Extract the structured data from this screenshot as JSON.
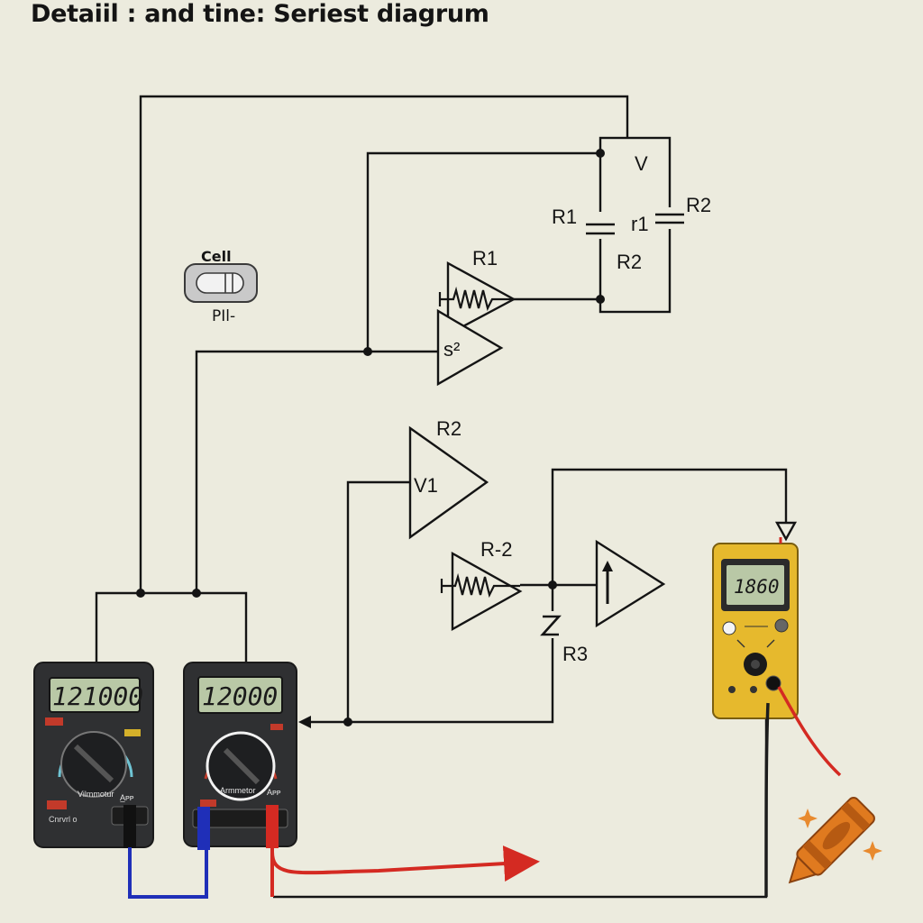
{
  "title": "Detaiil : and tine: Seriest diagrum",
  "labels": {
    "v_top": "V",
    "r1_left": "R1",
    "r1_right": "r1",
    "r2_right": "R2",
    "r2_inner": "R2",
    "r1_amp": "R1",
    "s2_amp": "s²",
    "r2_mid": "R2",
    "v1_amp": "V1",
    "r_minus_2": "R-2",
    "r3": "R3"
  },
  "cell": {
    "title": "Cell",
    "subtitle": "PIl-"
  },
  "meters": {
    "left": {
      "reading": "121000",
      "brand": "Vilmmotur",
      "port_label": "A̲ᴘᴘ",
      "bottom_label": "Cnrvrl o"
    },
    "middle": {
      "reading": "12000",
      "brand": "Armmetor",
      "port_label": "Aᴘᴘ"
    },
    "yellow": {
      "reading": "1860"
    }
  },
  "colors": {
    "background": "#ecebde",
    "wire": "#141414",
    "meter_body": "#2f3032",
    "lcd": "#b9c8a6",
    "yellow_meter": "#e6b92d",
    "red_lead": "#d42a22",
    "blue_lead": "#1f2fb8",
    "crayon": "#e07a1f"
  },
  "icons": [
    "cell-battery-icon",
    "crayon-icon",
    "sparkle-icon",
    "arrow-icon"
  ]
}
